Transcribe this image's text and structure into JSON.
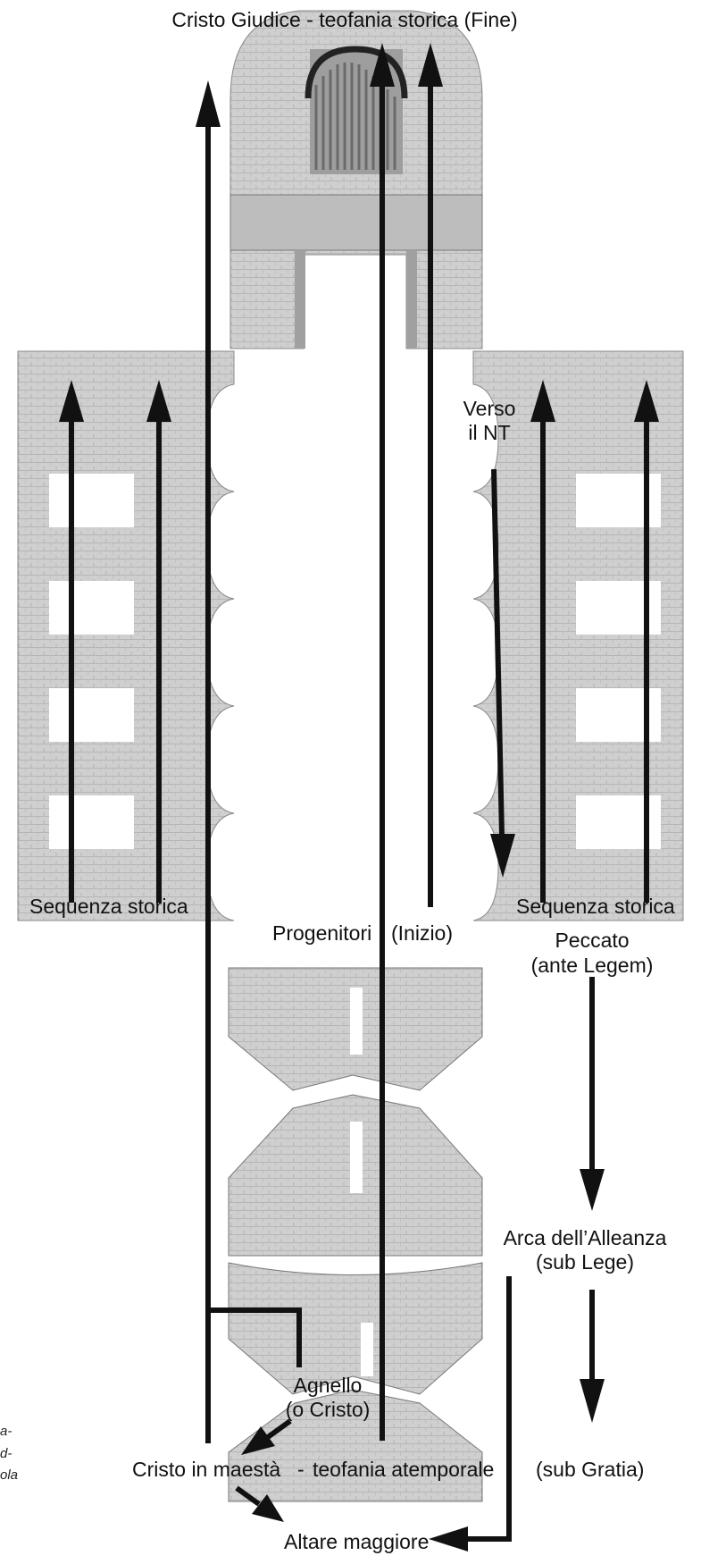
{
  "labels": {
    "top": "Cristo Giudice - teofania storica (Fine)",
    "verso_line1": "Verso",
    "verso_line2": "il NT",
    "seq_left": "Sequenza storica",
    "seq_right": "Sequenza storica",
    "progenitori": "Progenitori",
    "inizio": "(Inizio)",
    "peccato_line1": "Peccato",
    "peccato_line2": "(ante Legem)",
    "arca_line1": "Arca dell’Alleanza",
    "arca_line2": "(sub Lege)",
    "agnello_line1": "Agnello",
    "agnello_line2": "(o Cristo)",
    "cristo_maesta": "Cristo in maestà",
    "dash": "-",
    "teofania_atemporale": "teofania atemporale",
    "sub_gratia": "(sub Gratia)",
    "altare": "Altare maggiore"
  },
  "side_note": {
    "line1": "a-",
    "line2": "d-",
    "line3": "ola"
  },
  "colors": {
    "arrow": "#111111",
    "wall": "#d4d4d4",
    "wall_dark": "#a9a9a9",
    "organ": "#b7b7b7"
  }
}
